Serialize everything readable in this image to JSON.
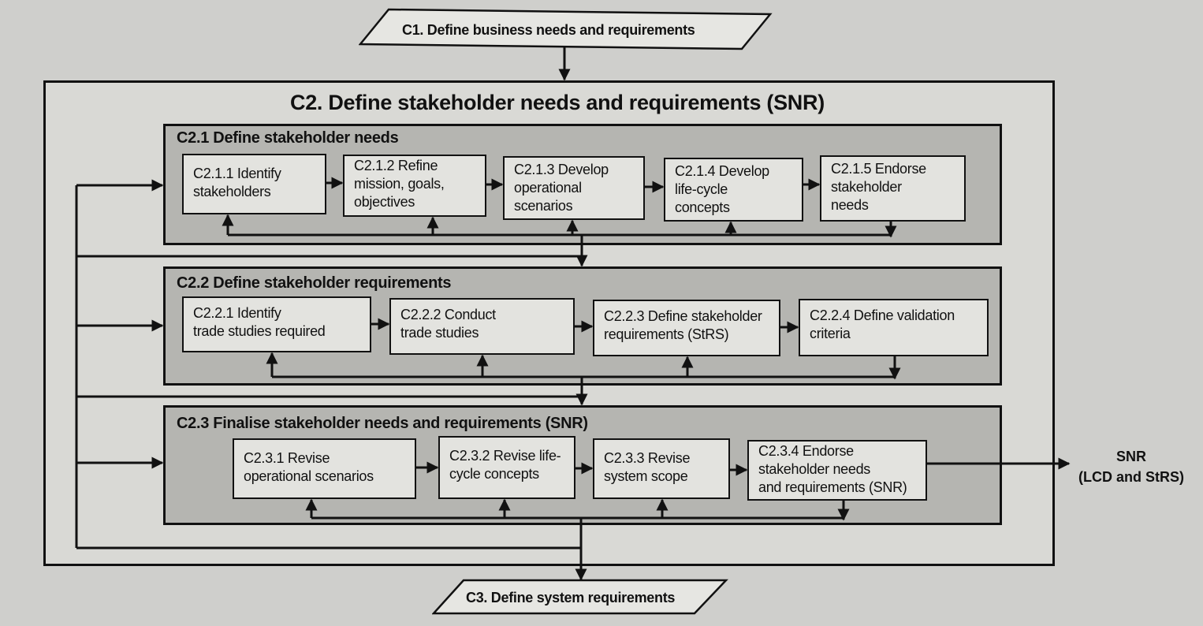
{
  "inputs": {
    "c1": "C1. Define business needs and requirements"
  },
  "outputs": {
    "c3": "C3. Define system requirements",
    "snr_line1": "SNR",
    "snr_line2": "(LCD and StRS)"
  },
  "main": {
    "title": "C2. Define stakeholder needs and requirements (SNR)",
    "groups": [
      {
        "title": "C2.1  Define stakeholder needs",
        "steps": [
          {
            "l1": "C2.1.1 Identify",
            "l2": "stakeholders",
            "l3": ""
          },
          {
            "l1": "C2.1.2 Refine",
            "l2": "mission, goals,",
            "l3": "objectives"
          },
          {
            "l1": "C2.1.3 Develop",
            "l2": "operational",
            "l3": "scenarios"
          },
          {
            "l1": "C2.1.4 Develop",
            "l2": "life-cycle",
            "l3": "concepts"
          },
          {
            "l1": "C2.1.5 Endorse",
            "l2": "stakeholder",
            "l3": "needs"
          }
        ]
      },
      {
        "title": "C2.2  Define stakeholder requirements",
        "steps": [
          {
            "l1": "C2.2.1 Identify",
            "l2": "trade studies required"
          },
          {
            "l1": "C2.2.2 Conduct",
            "l2": "trade studies"
          },
          {
            "l1": "C2.2.3 Define stakeholder",
            "l2": "requirements (StRS)"
          },
          {
            "l1": "C2.2.4 Define validation",
            "l2": "criteria"
          }
        ]
      },
      {
        "title": "C2.3  Finalise stakeholder needs and requirements (SNR)",
        "steps": [
          {
            "l1": "C2.3.1 Revise",
            "l2": "operational scenarios",
            "l3": ""
          },
          {
            "l1": "C2.3.2 Revise life-",
            "l2": "cycle concepts",
            "l3": ""
          },
          {
            "l1": "C2.3.3 Revise",
            "l2": "system scope",
            "l3": ""
          },
          {
            "l1": "C2.3.4 Endorse",
            "l2": "stakeholder needs",
            "l3": "and requirements (SNR)"
          }
        ]
      }
    ]
  }
}
